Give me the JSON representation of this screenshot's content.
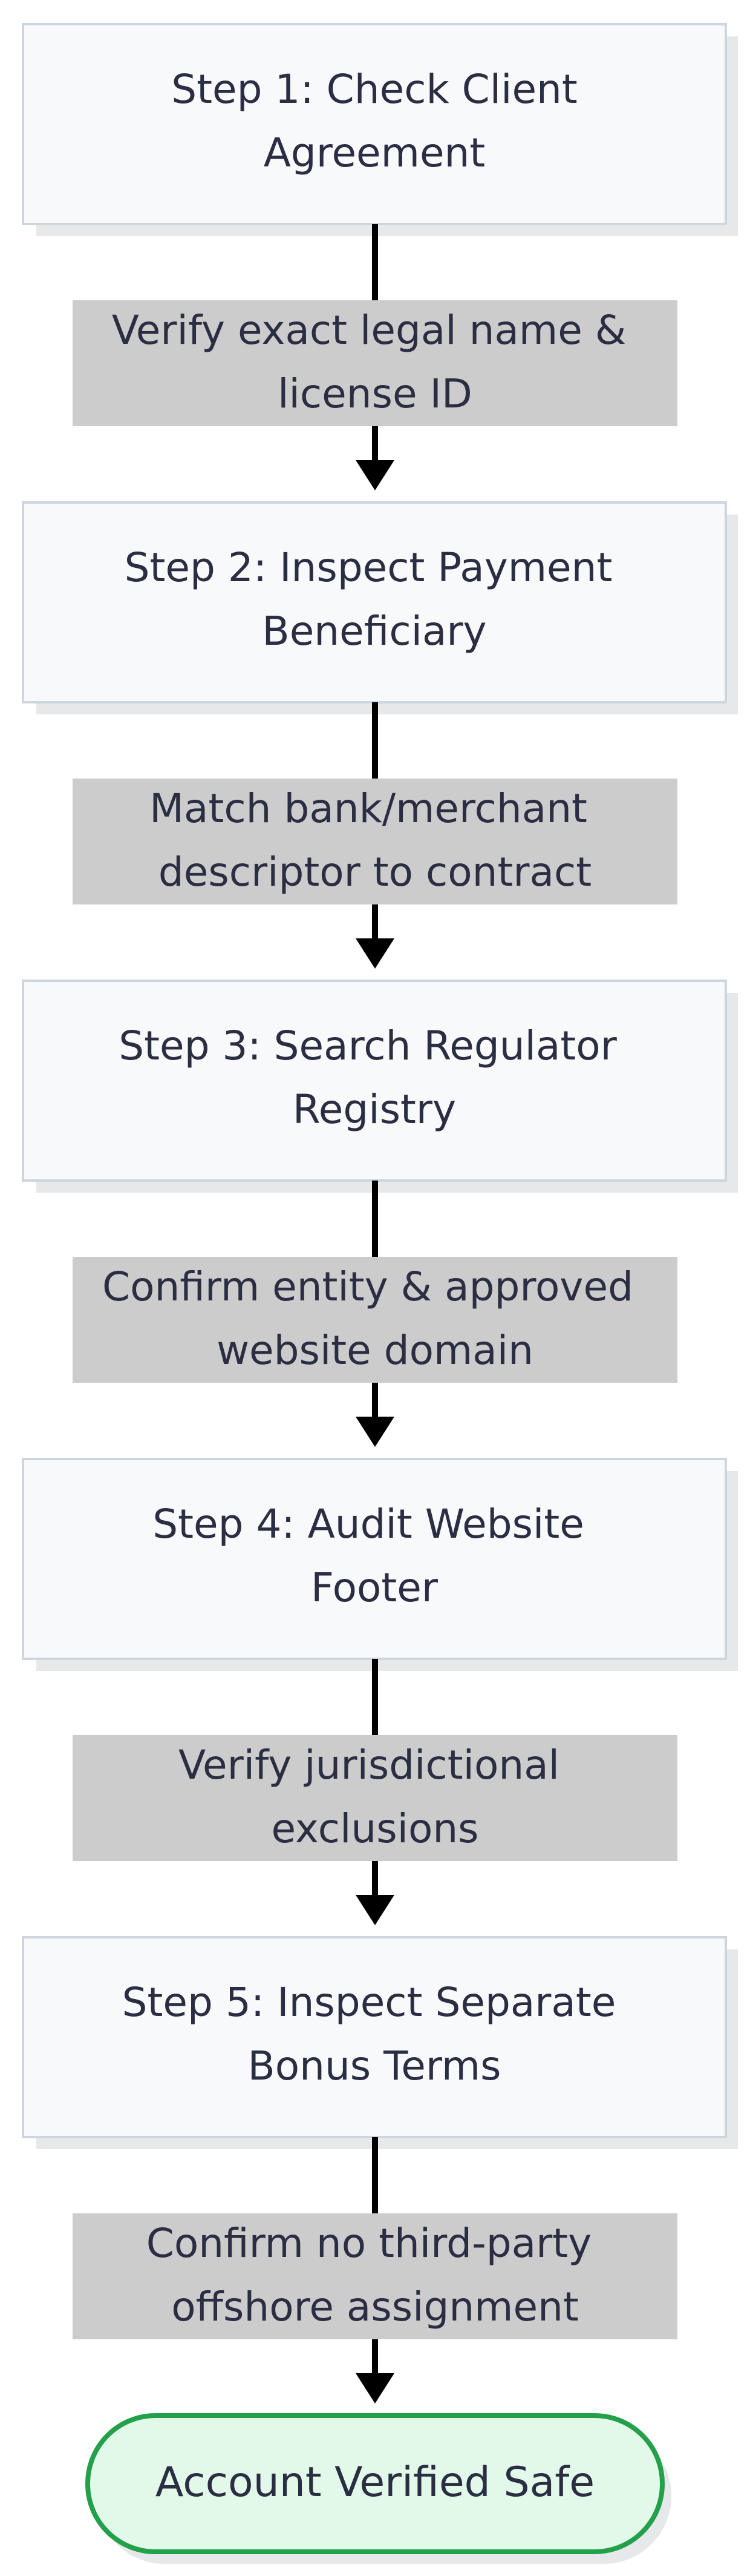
{
  "steps": [
    {
      "line1": "Step 1: Check Client",
      "line2": "Agreement"
    },
    {
      "line1": "Step 2: Inspect Payment",
      "line2": "Beneficiary"
    },
    {
      "line1": "Step 3: Search Regulator",
      "line2": "Registry"
    },
    {
      "line1": "Step 4: Audit Website",
      "line2": "Footer"
    },
    {
      "line1": "Step 5: Inspect Separate",
      "line2": "Bonus Terms"
    }
  ],
  "edges": [
    {
      "line1": "Verify exact legal name &",
      "line2": "license ID"
    },
    {
      "line1": "Match bank/merchant",
      "line2": "descriptor to contract"
    },
    {
      "line1": "Confirm entity & approved",
      "line2": "website domain"
    },
    {
      "line1": "Verify jurisdictional",
      "line2": "exclusions"
    },
    {
      "line1": "Confirm no third-party",
      "line2": "offshore assignment"
    }
  ],
  "final": {
    "label": "Account Verified Safe"
  },
  "colors": {
    "step_fill": "#f8f9fb",
    "step_border": "#cdd5df",
    "shadow": "#e7e8ea",
    "edge_label_bg": "#cccccc",
    "connector": "#000000",
    "text": "#2b2d42",
    "final_fill": "#e2f8e8",
    "final_border": "#22a04a"
  }
}
